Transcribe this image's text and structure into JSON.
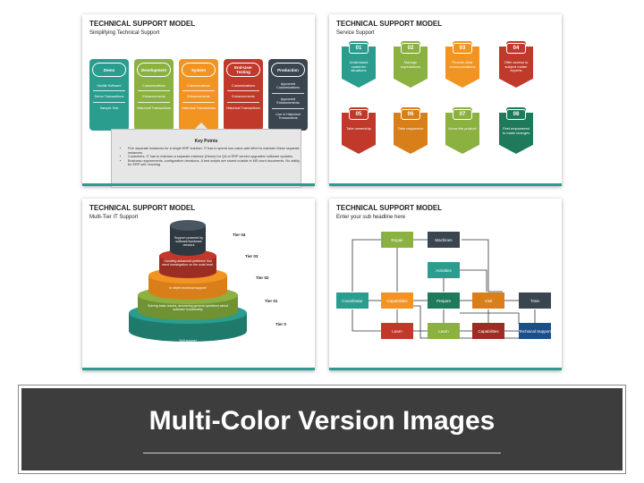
{
  "slides": [
    {
      "title": "TECHNICAL SUPPORT MODEL",
      "subtitle": "Simplifying Technical Support",
      "columns": [
        {
          "header": "Demo",
          "color": "#2a9d8f",
          "items": [
            "Vanilla Software",
            "Demo Transactions",
            "Sample Test"
          ]
        },
        {
          "header": "Development",
          "color": "#8bb141",
          "items": [
            "Customizations",
            "Enhancements",
            "Historical Transactions"
          ]
        },
        {
          "header": "System",
          "color": "#f29422",
          "items": [
            "Customizations",
            "Enhancements",
            "Historical Transactions"
          ]
        },
        {
          "header": "End-User Testing",
          "color": "#c0392b",
          "items": [
            "Customizations",
            "Enhancements",
            "Historical Transactions"
          ]
        },
        {
          "header": "Production",
          "color": "#3a4550",
          "items": [
            "Approved Customizations",
            "Approved Enhancements",
            "Live & Historical Transactions"
          ]
        }
      ],
      "key_points": {
        "title": "Key Points",
        "items": [
          "Five separate instances for a single ERP solution. IT has to spend non-value-add effort to maintain these separate instances.",
          "Customers, IT has to maintain a separate instance (Demo) for QA of ERP vendor upgrades/ software updates.",
          "Business requirements, configuration decisions, & test scripts are stored outside in MS word documents. No ability for ERP self- learning"
        ]
      }
    },
    {
      "title": "TECHNICAL SUPPORT MODEL",
      "subtitle": "Service Support",
      "items": [
        {
          "num": "01",
          "text": "Understand customer situations",
          "color": "#2a9d8f"
        },
        {
          "num": "02",
          "text": "Manage expectations",
          "color": "#8bb141"
        },
        {
          "num": "03",
          "text": "Provide clear communications",
          "color": "#f29422"
        },
        {
          "num": "04",
          "text": "Offer access to subject matter experts",
          "color": "#c0392b"
        },
        {
          "num": "05",
          "text": "Take ownership",
          "color": "#c0392b"
        },
        {
          "num": "06",
          "text": "Take responsive",
          "color": "#d97f1a"
        },
        {
          "num": "07",
          "text": "Know the product",
          "color": "#8bb141"
        },
        {
          "num": "08",
          "text": "Feel empowered to make changes",
          "color": "#1f7a5c"
        }
      ]
    },
    {
      "title": "TECHNICAL SUPPORT MODEL",
      "subtitle": "Multi-Tier IT Support",
      "tiers": [
        {
          "label": "Tier 04",
          "text": "Support powered by software/hardware vendors",
          "color": "#3a4550"
        },
        {
          "label": "Tier 03",
          "text": "Handling advanced problems that need investigation on the code level.",
          "color": "#c0392b"
        },
        {
          "label": "Tier 02",
          "text": "In depth technical support",
          "color": "#f29422"
        },
        {
          "label": "Tier 01",
          "text": "Solving basic issues, answering general questions about software functionality",
          "color": "#8bb141"
        },
        {
          "label": "Tier 0",
          "text": "Self support",
          "color": "#2a9d8f"
        }
      ]
    },
    {
      "title": "TECHNICAL SUPPORT MODEL",
      "subtitle": "Enter your sub headline here",
      "nodes": {
        "repair": "Repair",
        "machines": "Machines",
        "activities": "Activities",
        "coordinator": "Coordinator",
        "capabilities_1": "Capabilities",
        "prepare": "Prepare",
        "visit": "Visit",
        "train": "Train",
        "learn_1": "Learn",
        "learn_2": "Learn",
        "capabilities_2": "Capabilities",
        "technical_support": "Technical Support"
      }
    }
  ],
  "banner": {
    "title": "Multi-Color Version Images"
  }
}
